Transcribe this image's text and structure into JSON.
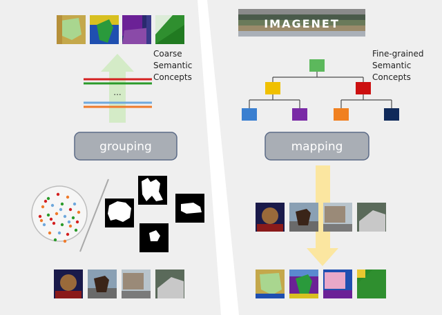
{
  "left_panel": {
    "concepts_label": [
      "Coarse",
      "Semantic",
      "Concepts"
    ],
    "ellipsis": "...",
    "box_label": "grouping",
    "mask_swatch_colors": [
      "#c4a84b",
      "#2a9a3c",
      "#6b2196",
      "#2f8f2f"
    ]
  },
  "right_panel": {
    "banner_text": "IMAGENET",
    "concepts_label": [
      "Fine-grained",
      "Semantic",
      "Concepts"
    ],
    "box_label": "mapping",
    "tree_colors": {
      "root": "#5cb85c",
      "level1": [
        "#f0c000",
        "#cc1010"
      ],
      "level2": [
        "#3a7fd0",
        "#7a2aa6",
        "#f08020",
        "#102a5a"
      ]
    },
    "arrow_color": "#fbe6a0"
  },
  "colors": {
    "panel_bg": "#efefef",
    "box_bg": "#a9aeb5",
    "box_border": "#5b6a86",
    "up_arrow": "#d4ebc7",
    "line_red": "#d42020",
    "line_green": "#2a9a2a",
    "line_blue": "#6fa8dc",
    "line_orange": "#ef7a2a"
  }
}
